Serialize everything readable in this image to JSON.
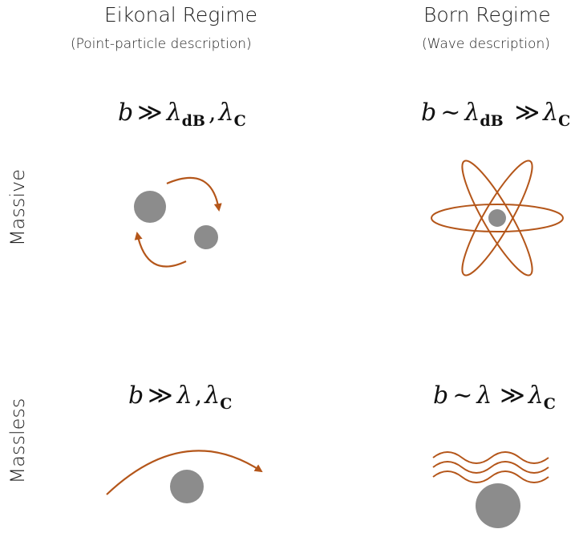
{
  "columns": {
    "eikonal": {
      "title": "Eikonal Regime",
      "subtitle": "(Point-particle description)"
    },
    "born": {
      "title": "Born Regime",
      "subtitle": "(Wave description)"
    }
  },
  "rows": {
    "massive": {
      "label": "Massive"
    },
    "massless": {
      "label": "Massless"
    }
  },
  "formulas": {
    "massive_eikonal": {
      "lhs": "b",
      "op": "≫",
      "sym1": "λ",
      "sub1": "dB",
      "sep": ",",
      "sym2": "λ",
      "sub2": "C"
    },
    "massive_born": {
      "lhs": "b",
      "op1": "∼",
      "sym1": "λ",
      "sub1": "dB",
      "op2": "≫",
      "sym2": "λ",
      "sub2": "C"
    },
    "massless_eikonal": {
      "lhs": "b",
      "op": "≫",
      "sym1": "λ",
      "sep": ",",
      "sym2": "λ",
      "sub2": "C"
    },
    "massless_born": {
      "lhs": "b",
      "op1": "∼",
      "sym1": "λ",
      "op2": "≫",
      "sym2": "λ",
      "sub2": "C"
    }
  },
  "colors": {
    "accent": "#b4561a",
    "body": "#8c8c8c",
    "text": "#1e1e1e"
  }
}
